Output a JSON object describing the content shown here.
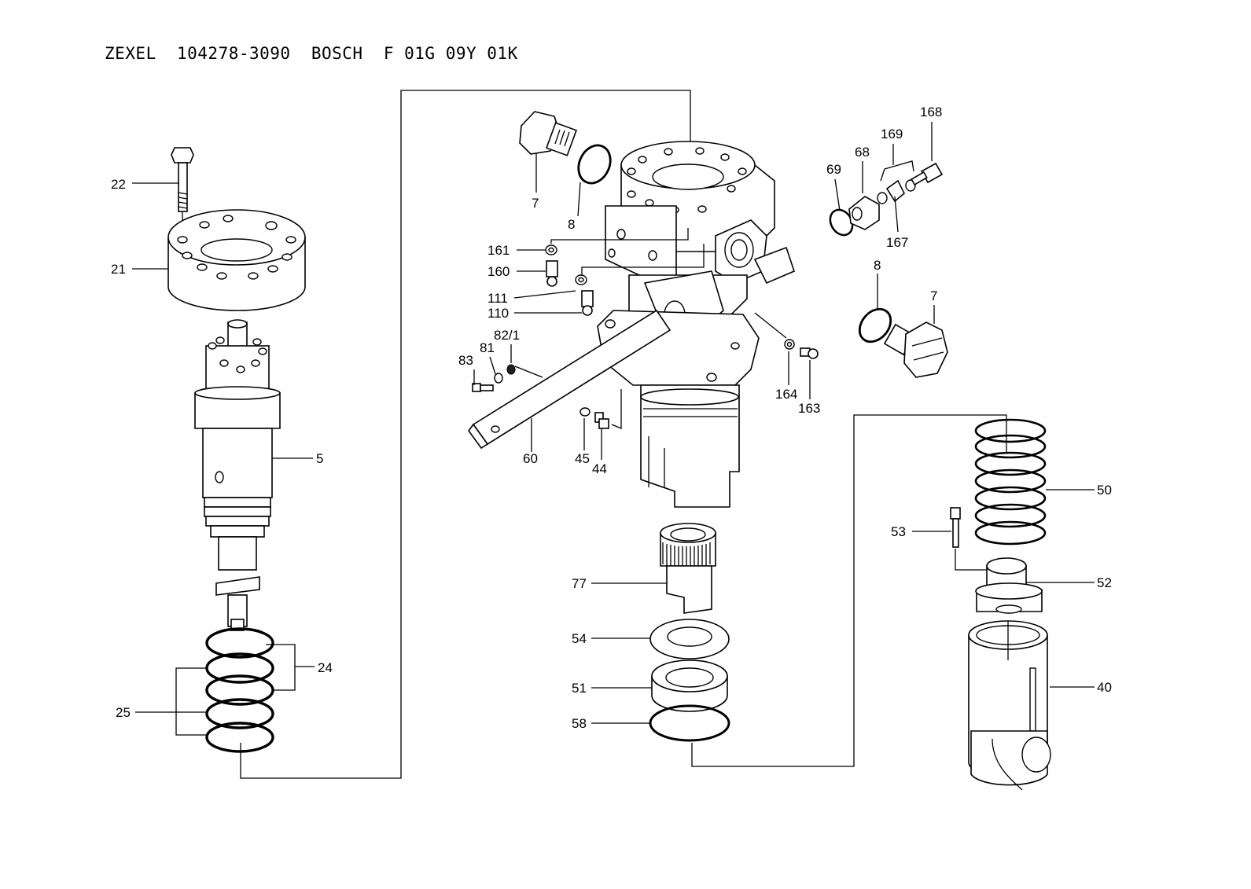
{
  "header": {
    "title": "ZEXEL  104278-3090  BOSCH  F 01G 09Y 01K"
  },
  "callouts": {
    "c22": "22",
    "c21": "21",
    "c5": "5",
    "c24": "24",
    "c25": "25",
    "c7a": "7",
    "c8a": "8",
    "c161": "161",
    "c160": "160",
    "c111": "111",
    "c110": "110",
    "c83": "83",
    "c81": "81",
    "c82_1": "82/1",
    "c60": "60",
    "c45": "45",
    "c44": "44",
    "c69": "69",
    "c68": "68",
    "c169": "169",
    "c168": "168",
    "c167": "167",
    "c8b": "8",
    "c7b": "7",
    "c164": "164",
    "c163": "163",
    "c77": "77",
    "c54": "54",
    "c51": "51",
    "c58": "58",
    "c50": "50",
    "c53": "53",
    "c52": "52",
    "c40": "40"
  }
}
